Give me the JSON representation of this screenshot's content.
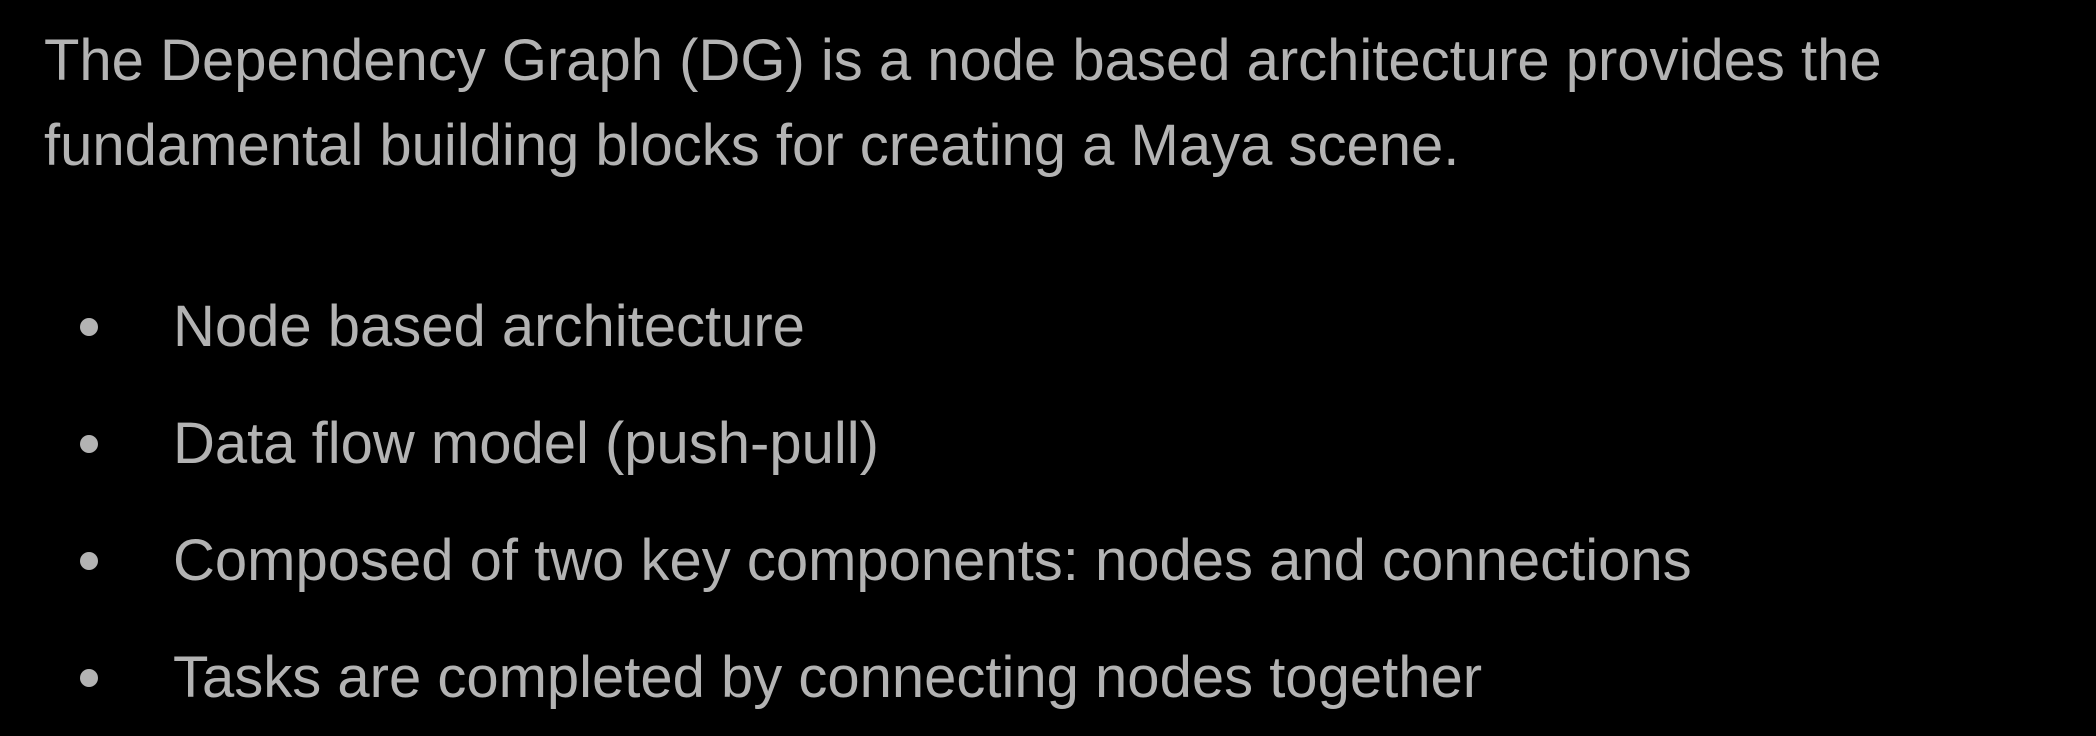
{
  "intro": {
    "line1": "The Dependency Graph (DG) is a node based architecture provides the",
    "line2": "fundamental building blocks for creating a Maya scene."
  },
  "bullets": [
    {
      "text": "Node based architecture"
    },
    {
      "text": "Data flow model (push-pull)"
    },
    {
      "text": "Composed of two key components: nodes and connections"
    },
    {
      "text": "Tasks are completed by connecting nodes together"
    }
  ],
  "colors": {
    "background": "#000000",
    "text": "#b3b3b3"
  }
}
